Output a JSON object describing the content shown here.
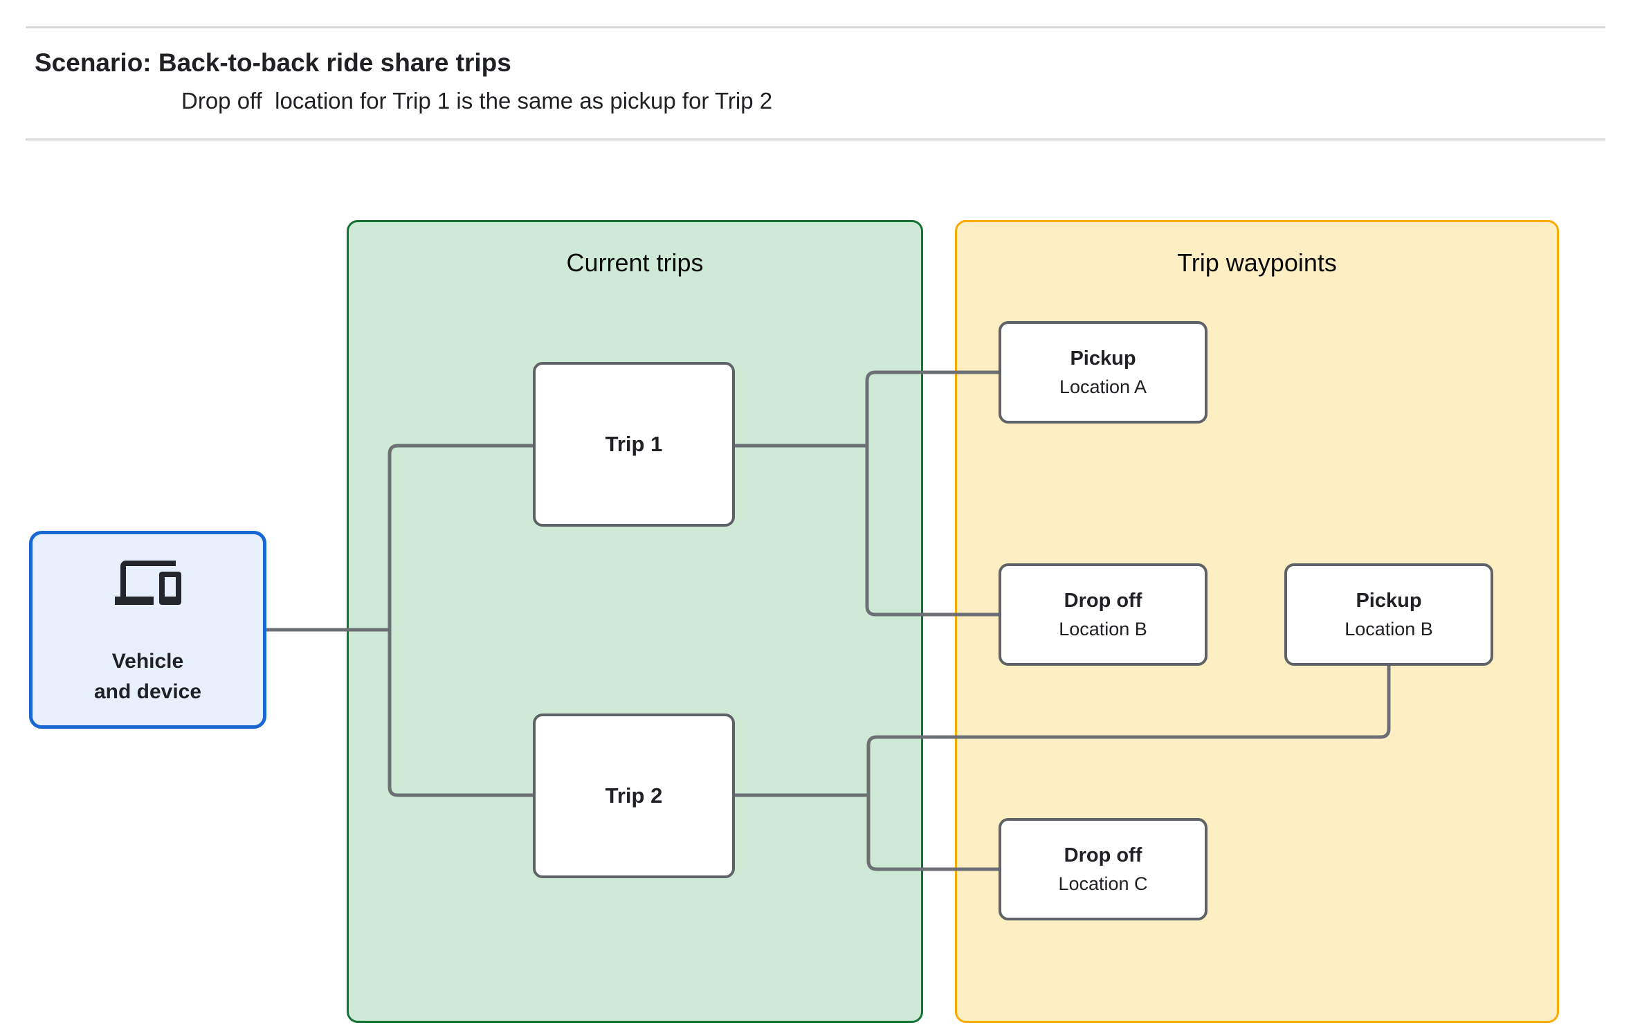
{
  "header": {
    "title": "Scenario: Back-to-back ride share trips",
    "subtitle": "Drop off  location for Trip 1 is the same as pickup for Trip 2"
  },
  "panels": {
    "current_trips": {
      "title": "Current trips"
    },
    "trip_waypoints": {
      "title": "Trip waypoints"
    }
  },
  "vehicle": {
    "icon": "devices-icon",
    "label_line1": "Vehicle",
    "label_line2": "and device"
  },
  "trips": [
    {
      "label": "Trip 1"
    },
    {
      "label": "Trip 2"
    }
  ],
  "waypoints": [
    {
      "title": "Pickup",
      "subtitle": "Location A"
    },
    {
      "title": "Drop off",
      "subtitle": "Location B"
    },
    {
      "title": "Pickup",
      "subtitle": "Location B"
    },
    {
      "title": "Drop off",
      "subtitle": "Location C"
    }
  ],
  "colors": {
    "green_fill": "#ceead6",
    "green_border": "#137333",
    "orange_fill": "#fdefc3",
    "orange_border": "#f9ab00",
    "vehicle_fill": "#e8f0fe",
    "vehicle_border": "#1967d2",
    "box_border": "#5f6368",
    "connector": "#6c6f73",
    "rule": "#d8d8d8",
    "ink": "#202124"
  }
}
